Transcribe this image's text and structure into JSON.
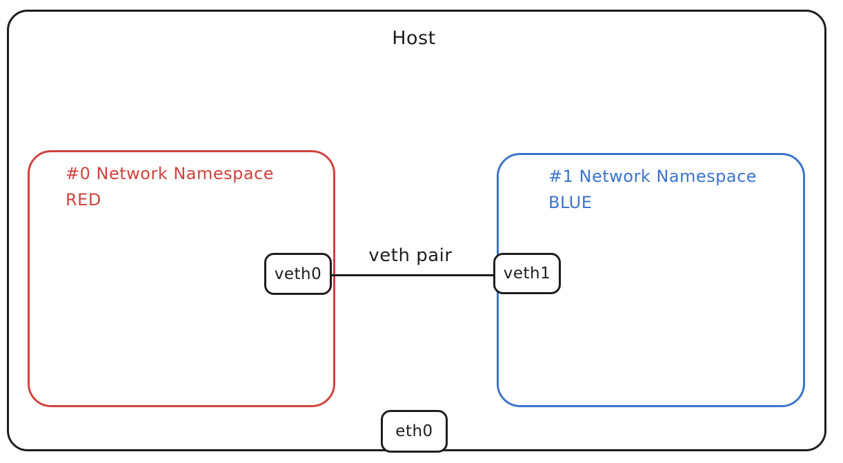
{
  "host": {
    "label": "Host"
  },
  "namespaces": [
    {
      "title": "#0 Network Namespace",
      "subtitle": "RED",
      "color": "#cf423d"
    },
    {
      "title": "#1 Network Namespace",
      "subtitle": "BLUE",
      "color": "#3b74c9"
    }
  ],
  "link": {
    "label": "veth pair"
  },
  "interfaces": {
    "left": "veth0",
    "right": "veth1",
    "bottom": "eth0"
  },
  "colors": {
    "stroke": "#1d1d1d",
    "background": "#ffffff"
  }
}
